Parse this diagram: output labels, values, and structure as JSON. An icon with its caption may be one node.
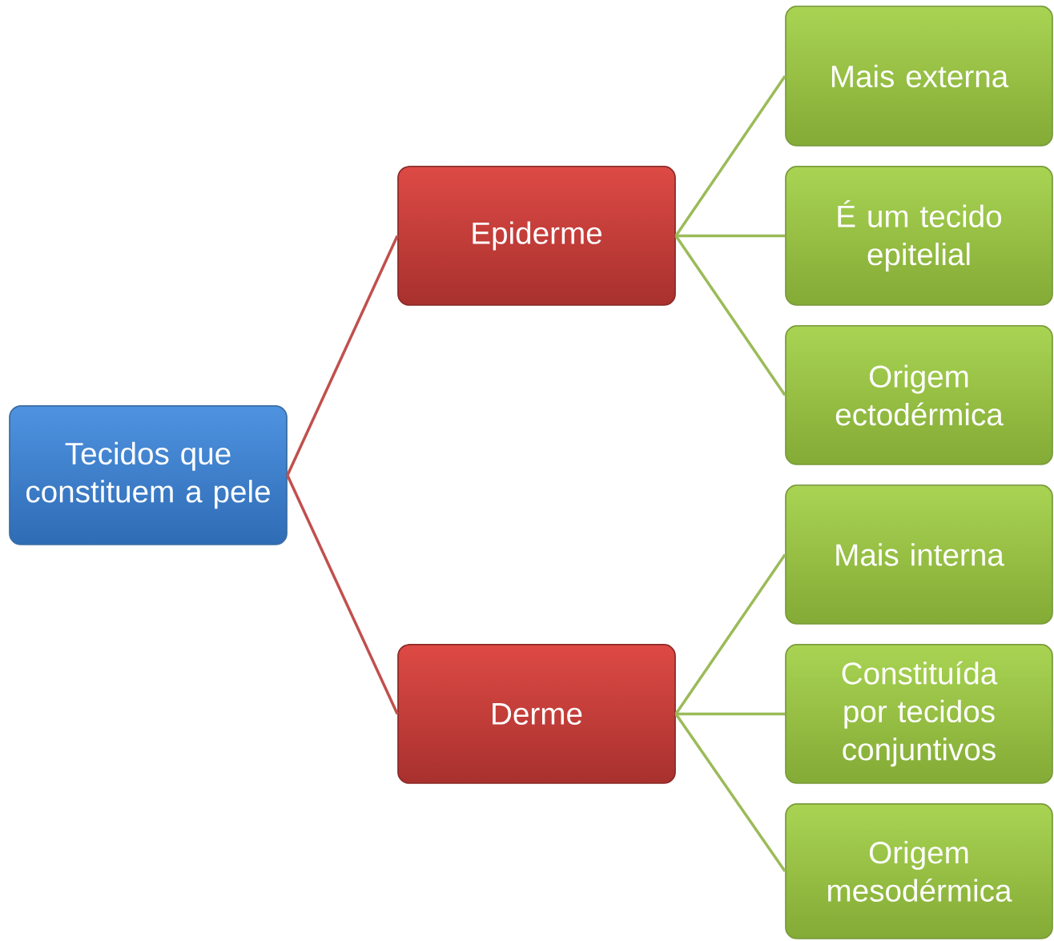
{
  "diagram": {
    "nodes": [
      {
        "text": [
          "Tecidos que constituem a pele"
        ]
      },
      {
        "text": [
          "Epiderme"
        ]
      },
      {
        "text": [
          "Derme"
        ]
      },
      {
        "text": [
          "Mais externa"
        ]
      },
      {
        "text": [
          "É um tecido epitelial"
        ]
      },
      {
        "text": [
          "Origem ectodérmica"
        ]
      },
      {
        "text": [
          "Mais interna"
        ]
      },
      {
        "text": [
          "Constituída por tecidos conjuntivos"
        ]
      },
      {
        "text": [
          "Origem mesodérmica"
        ]
      }
    ],
    "edges": [
      {
        "from": 0,
        "to": 1,
        "arrow": "none",
        "color": "#c0504d"
      },
      {
        "from": 0,
        "to": 2,
        "arrow": "none",
        "color": "#c0504d"
      },
      {
        "from": 1,
        "to": 3,
        "arrow": "none"
      },
      {
        "from": 1,
        "to": 4,
        "arrow": "none"
      },
      {
        "from": 1,
        "to": 5,
        "arrow": "none"
      },
      {
        "from": 2,
        "to": 6,
        "arrow": "none"
      },
      {
        "from": 2,
        "to": 7,
        "arrow": "none"
      },
      {
        "from": 2,
        "to": 8,
        "arrow": "none"
      }
    ]
  }
}
